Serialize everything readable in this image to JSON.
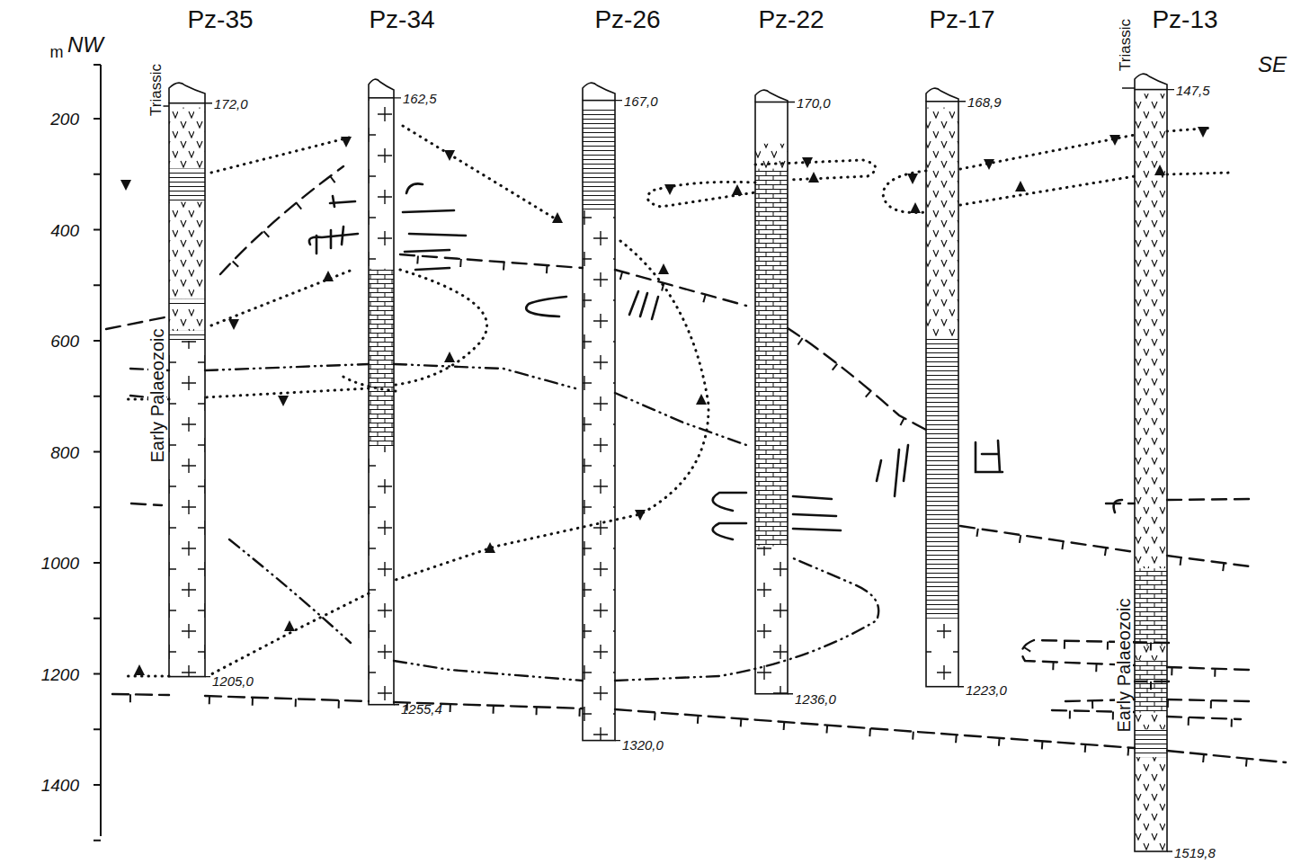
{
  "diagram": {
    "labels": [
      "m",
      "NW",
      "SE",
      "Pz-35",
      "Pz-34",
      "Pz-26",
      "Pz-22",
      "Pz-17",
      "Pz-13",
      "Triassic",
      "Early Palaeozoic",
      "Triassic",
      "Early Palaeozoic",
      "172,0",
      "1205,0",
      "162,5",
      "1255,4",
      "167,0",
      "1320,0",
      "170,0",
      "1236,0",
      "168,9",
      "1223,0",
      "147,5",
      "1519,8",
      "200",
      "400",
      "600",
      "800",
      "1000",
      "1200",
      "1400"
    ]
  }
}
